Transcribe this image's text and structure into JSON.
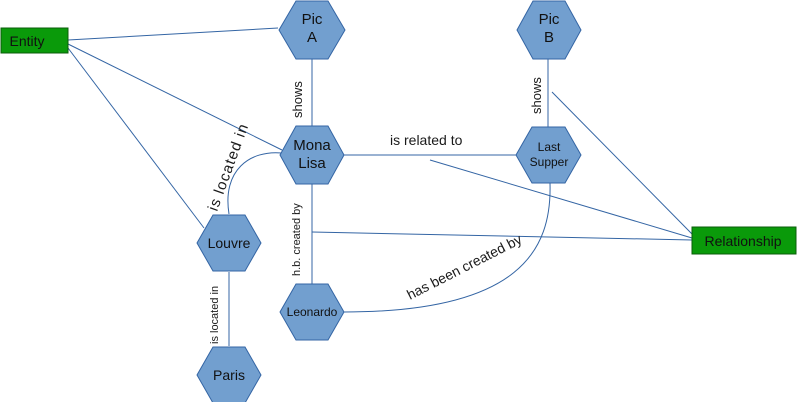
{
  "colors": {
    "hex_fill": "#729fcf",
    "hex_stroke": "#3465a4",
    "box_fill": "#0a9a0a",
    "box_stroke": "#0b5e0b",
    "edge": "#3465a4"
  },
  "legend": {
    "entity": "Entity",
    "relationship": "Relationship"
  },
  "nodes": {
    "pic_a": [
      "Pic",
      "A"
    ],
    "pic_b": [
      "Pic",
      "B"
    ],
    "mona_lisa": [
      "Mona",
      "Lisa"
    ],
    "last_supper": [
      "Last",
      "Supper"
    ],
    "louvre": [
      "Louvre"
    ],
    "leonardo": [
      "Leonardo"
    ],
    "paris": [
      "Paris"
    ]
  },
  "edges": {
    "shows_a": "shows",
    "shows_b": "shows",
    "is_related_to": "is related to",
    "is_located_in_mona": "is located in",
    "hb_created_by": "h.b. created by",
    "is_located_in_paris": "is located in",
    "has_been_created_by": "has been created by"
  }
}
